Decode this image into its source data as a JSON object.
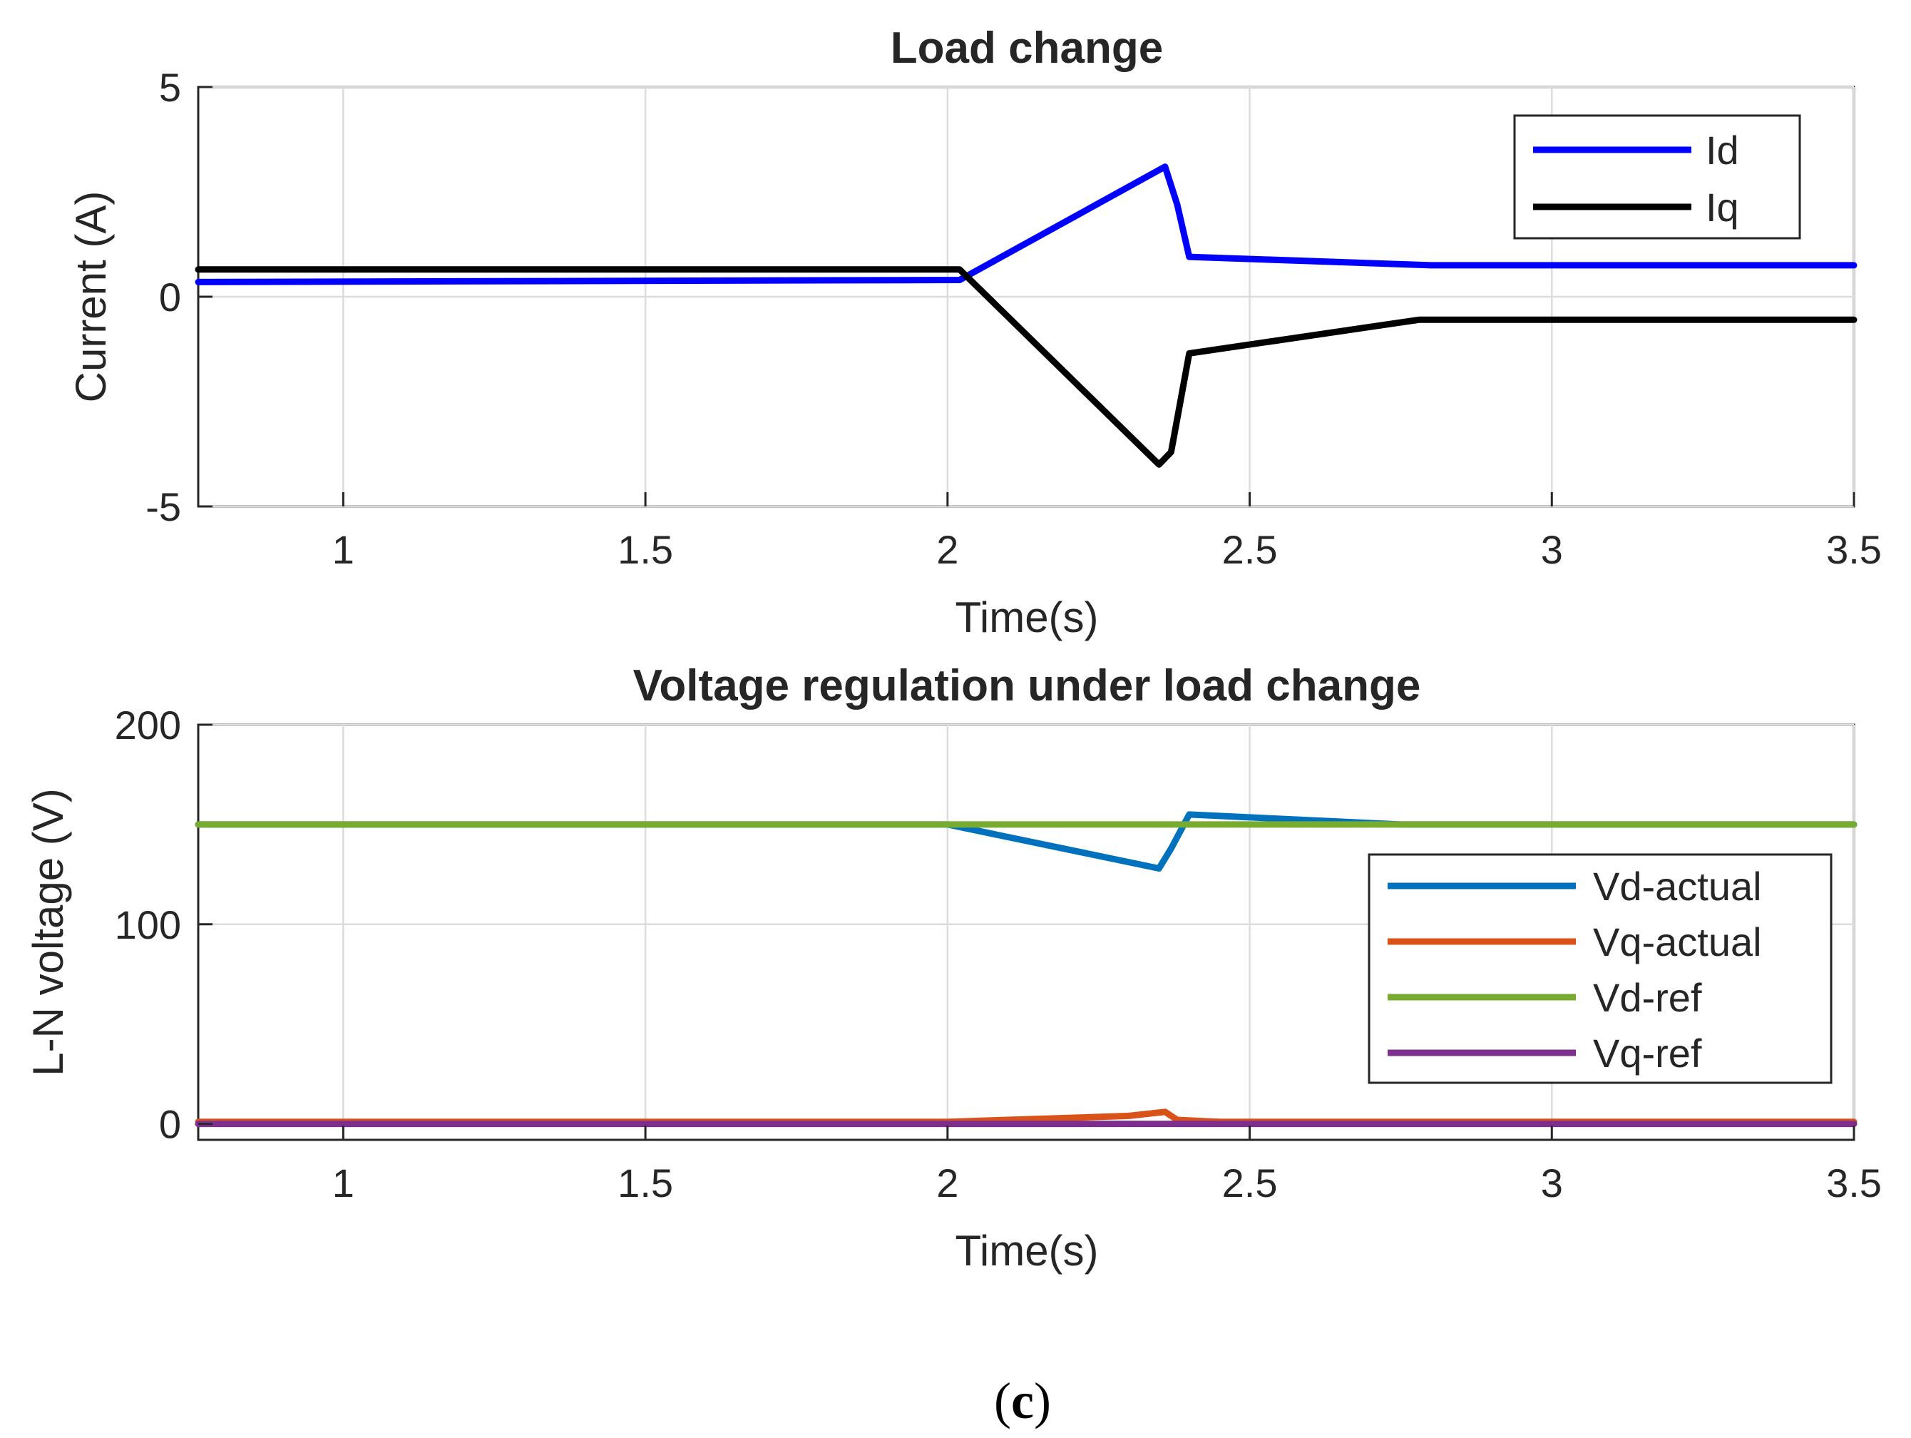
{
  "chart_data": [
    {
      "type": "line",
      "title": "Load change",
      "xlabel": "Time(s)",
      "ylabel": "Current (A)",
      "xlim": [
        0.76,
        3.5
      ],
      "ylim": [
        -5,
        5
      ],
      "xticks": [
        1,
        1.5,
        2,
        2.5,
        3,
        3.5
      ],
      "xtick_labels": [
        "1",
        "1.5",
        "2",
        "2.5",
        "3",
        "3.5"
      ],
      "yticks": [
        -5,
        0,
        5
      ],
      "ytick_labels": [
        "-5",
        "0",
        "5"
      ],
      "grid": true,
      "legend_position": "top-right",
      "series": [
        {
          "name": "Id",
          "color": "#0000ff",
          "x": [
            0.76,
            2.02,
            2.36,
            2.38,
            2.4,
            2.8,
            3.5
          ],
          "y": [
            0.35,
            0.4,
            3.1,
            2.2,
            0.95,
            0.75,
            0.75
          ]
        },
        {
          "name": "Iq",
          "color": "#000000",
          "x": [
            0.76,
            2.02,
            2.35,
            2.37,
            2.4,
            2.78,
            3.5
          ],
          "y": [
            0.65,
            0.65,
            -4.0,
            -3.7,
            -1.35,
            -0.55,
            -0.55
          ]
        }
      ]
    },
    {
      "type": "line",
      "title": "Voltage regulation under load change",
      "xlabel": "Time(s)",
      "ylabel": "L-N voltage (V)",
      "xlim": [
        0.76,
        3.5
      ],
      "ylim": [
        -8,
        200
      ],
      "xticks": [
        1,
        1.5,
        2,
        2.5,
        3,
        3.5
      ],
      "xtick_labels": [
        "1",
        "1.5",
        "2",
        "2.5",
        "3",
        "3.5"
      ],
      "yticks": [
        0,
        100,
        200
      ],
      "ytick_labels": [
        "0",
        "100",
        "200"
      ],
      "grid": true,
      "legend_position": "right",
      "series": [
        {
          "name": "Vd-actual",
          "color": "#0072bd",
          "x": [
            0.76,
            2.0,
            2.35,
            2.37,
            2.4,
            2.75,
            3.5
          ],
          "y": [
            150,
            150,
            128,
            138,
            155,
            150,
            150
          ]
        },
        {
          "name": "Vq-actual",
          "color": "#d95319",
          "x": [
            0.76,
            2.0,
            2.3,
            2.36,
            2.38,
            2.45,
            3.5
          ],
          "y": [
            1,
            1,
            4,
            6,
            2,
            1,
            1
          ]
        },
        {
          "name": "Vd-ref",
          "color": "#77ac30",
          "x": [
            0.76,
            3.5
          ],
          "y": [
            150,
            150
          ]
        },
        {
          "name": "Vq-ref",
          "color": "#7e2f8e",
          "x": [
            0.76,
            3.5
          ],
          "y": [
            0,
            0
          ]
        }
      ]
    }
  ],
  "caption": {
    "open": "(",
    "letter": "c",
    "close": ")"
  }
}
